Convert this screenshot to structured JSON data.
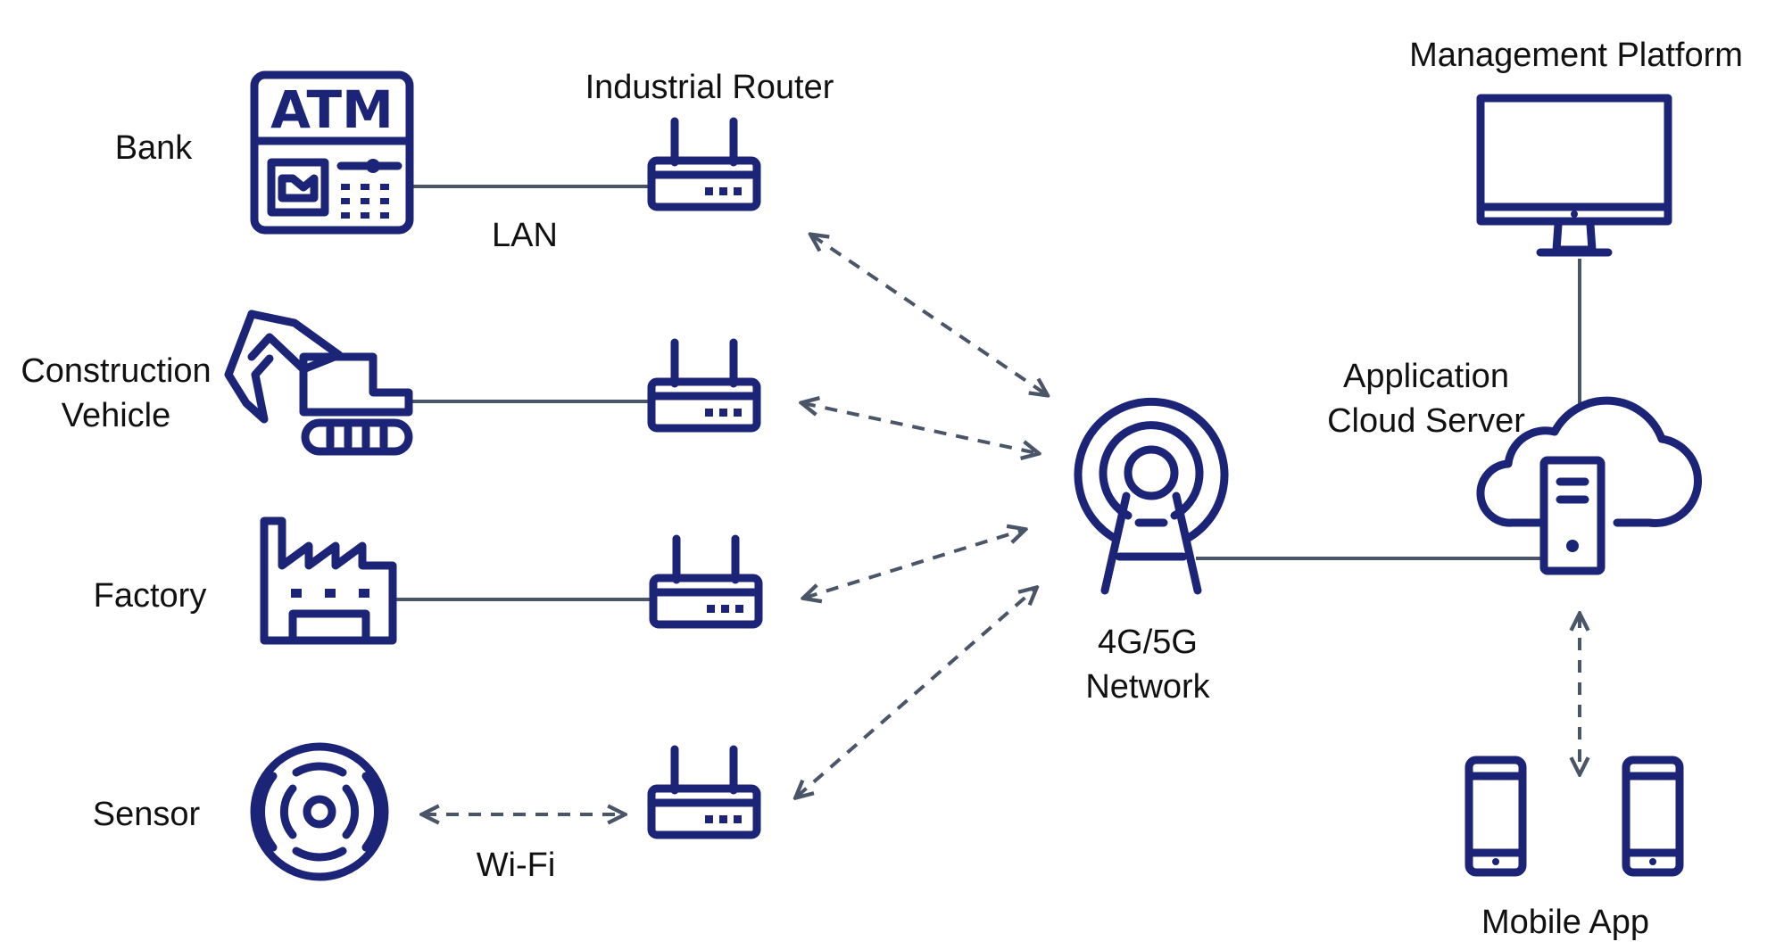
{
  "labels": {
    "bank": "Bank",
    "construction_line1": "Construction",
    "construction_line2": "Vehicle",
    "factory": "Factory",
    "sensor": "Sensor",
    "industrial_router": "Industrial Router",
    "lan": "LAN",
    "wifi": "Wi-Fi",
    "network_line1": "4G/5G",
    "network_line2": "Network",
    "cloud_line1": "Application",
    "cloud_line2": "Cloud Server",
    "management_platform": "Management Platform",
    "mobile_app": "Mobile App"
  },
  "atm_text": "ATM",
  "colors": {
    "icon": "#1c2478",
    "connector": "#4a5668",
    "text": "#111111"
  }
}
